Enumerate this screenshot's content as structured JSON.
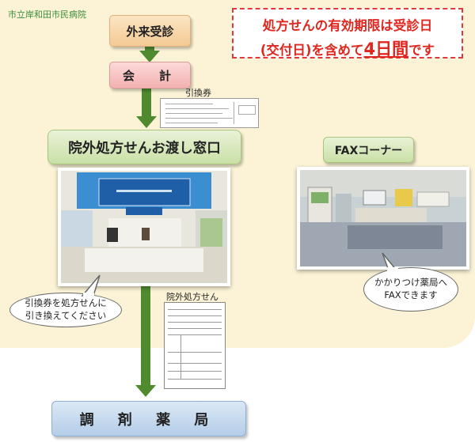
{
  "hospital_name": "市立岸和田市民病院",
  "notice": {
    "line1": "処方せんの有効期限は受診日",
    "line2_prefix": "(交付日)を含めて",
    "line2_emphasis": "4日間",
    "line2_suffix": "です"
  },
  "steps": {
    "outpatient": "外来受診",
    "accounting": "会　計",
    "window": "院外処方せんお渡し窓口",
    "fax_corner": "FAXコーナー",
    "pharmacy": "調 剤 薬 局"
  },
  "labels": {
    "exchange_ticket": "引換券",
    "prescription": "院外処方せん"
  },
  "bubbles": {
    "exchange_line1": "引換券を処方せんに",
    "exchange_line2": "引き換えてください",
    "fax_line1": "かかりつけ薬局へ",
    "fax_line2": "FAXできます"
  },
  "colors": {
    "arrow": "#4f8a2f",
    "notice_text": "#e0271f",
    "background": "#fcf3d6"
  }
}
